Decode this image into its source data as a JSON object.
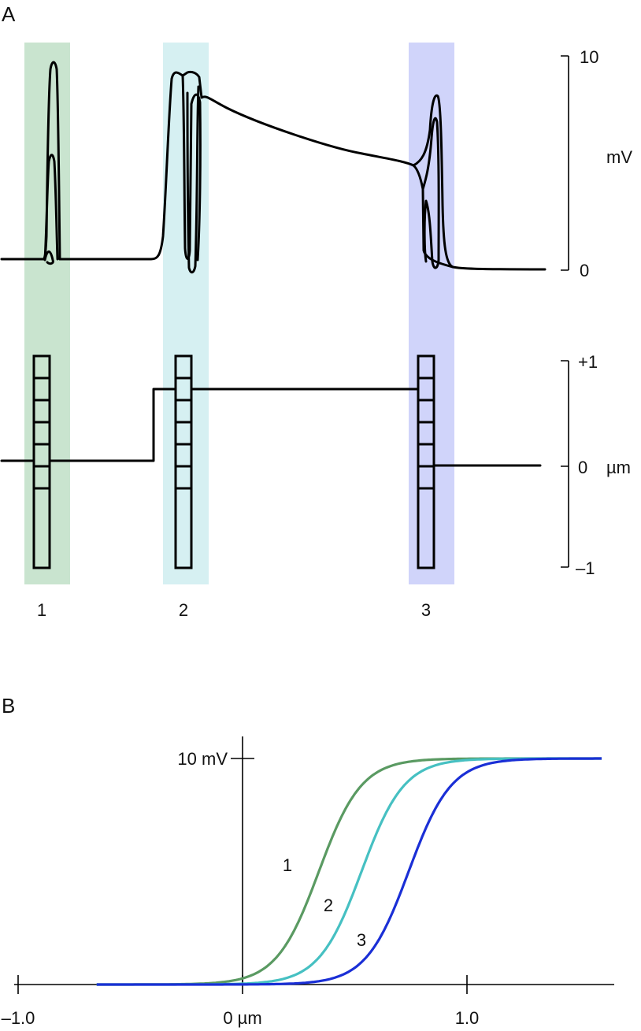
{
  "panel_a": {
    "label": "A",
    "bands": [
      {
        "number": "1",
        "color": "#c9e4cf"
      },
      {
        "number": "2",
        "color": "#d6f0f2"
      },
      {
        "number": "3",
        "color": "#d0d4fa"
      }
    ],
    "voltage_scale": {
      "top": "10",
      "bottom": "0",
      "unit": "mV"
    },
    "position_scale": {
      "top": "+1",
      "middle": "0",
      "unit": "µm",
      "bottom": "–1"
    }
  },
  "chart_data": {
    "type": "line",
    "panel": "B",
    "title": "",
    "xlabel": "",
    "ylabel": "",
    "x_ticks": [
      "–1.0",
      "0 µm",
      "1.0"
    ],
    "y_tick_label": "10 mV",
    "xlim": [
      -1.0,
      1.55
    ],
    "ylim": [
      0,
      10
    ],
    "series": [
      {
        "label": "1",
        "color": "#5a9a62",
        "midpoint": 0.34,
        "x_start": -0.65,
        "x_end": 1.6
      },
      {
        "label": "2",
        "color": "#46c0c2",
        "midpoint": 0.53,
        "x_start": -0.65,
        "x_end": 1.6
      },
      {
        "label": "3",
        "color": "#1a2fd6",
        "midpoint": 0.74,
        "x_start": -0.65,
        "x_end": 1.6
      }
    ]
  }
}
